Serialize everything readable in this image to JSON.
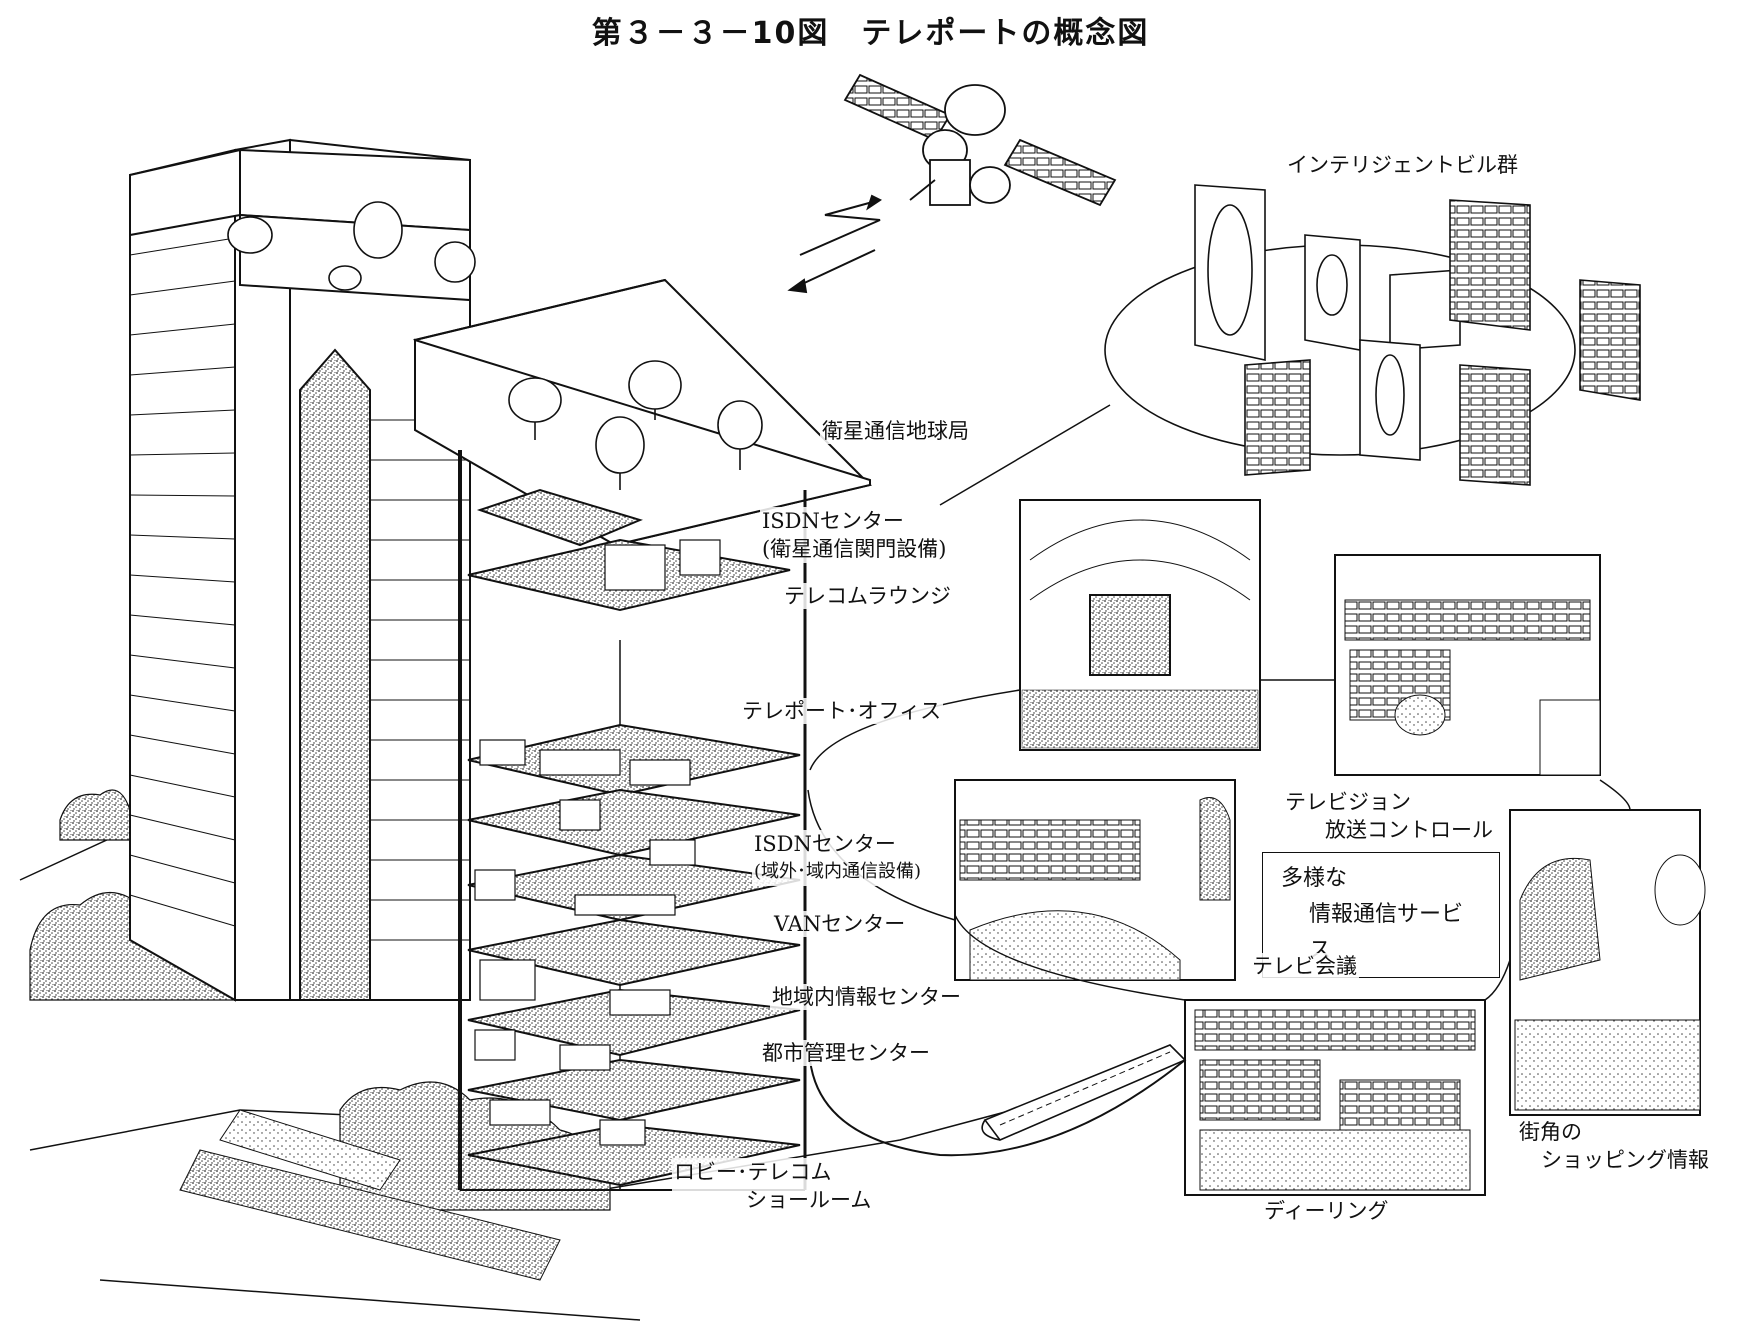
{
  "title": "第３－３－10図　テレポートの概念図",
  "labels": {
    "satellite_earth_station": "衛星通信地球局",
    "isdn_center_top_1": "ISDNセンター",
    "isdn_center_top_2": "(衛星通信関門設備)",
    "telecom_lounge": "テレコムラウンジ",
    "teleport_office": "テレポート･オフィス",
    "isdn_center_mid_1": "ISDNセンター",
    "isdn_center_mid_2": "(域外･域内通信設備)",
    "van_center": "VANセンター",
    "regional_info_center": "地域内情報センター",
    "urban_mgmt_center": "都市管理センター",
    "lobby_1": "ロビー･テレコム",
    "lobby_2": "ショールーム",
    "intelligent_buildings": "インテリジェントビル群",
    "tv_broadcast_1": "テレビジョン",
    "tv_broadcast_2": "放送コントロール",
    "diverse_services_1": "多様な",
    "diverse_services_2": "情報通信サービス",
    "tv_conference": "テレビ会議",
    "dealing": "ディーリング",
    "street_shopping_1": "街角の",
    "street_shopping_2": "ショッピング情報"
  },
  "colors": {
    "ink": "#111111",
    "paper": "#ffffff",
    "stipple": "#555555"
  }
}
